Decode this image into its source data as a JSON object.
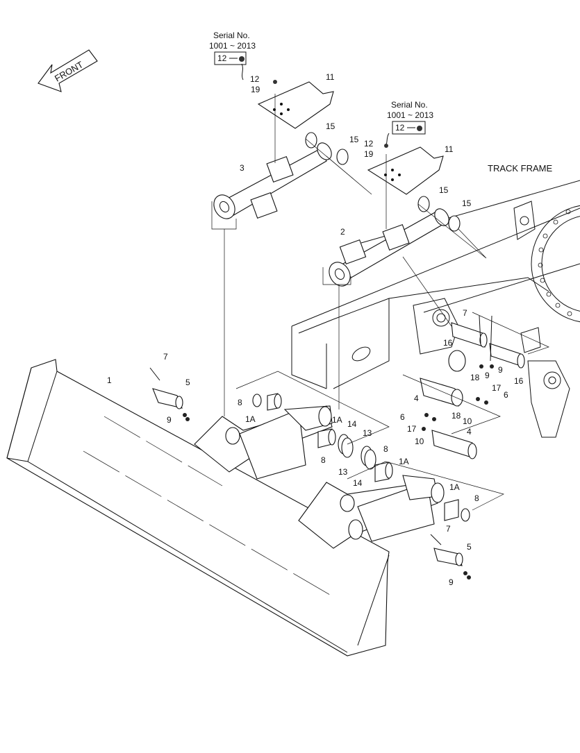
{
  "diagram": {
    "front_label": "FRONT",
    "track_frame_label": "TRACK FRAME",
    "serial_boxes": [
      {
        "title": "Serial No.",
        "range": "1001 ~ 2013",
        "part": "12"
      },
      {
        "title": "Serial No.",
        "range": "1001 ~ 2013",
        "part": "12"
      }
    ],
    "callouts": [
      {
        "id": "blade",
        "text": "1"
      },
      {
        "id": "cyl-right",
        "text": "2"
      },
      {
        "id": "cyl-left",
        "text": "3"
      },
      {
        "id": "pin-4a",
        "text": "4"
      },
      {
        "id": "pin-4b",
        "text": "4"
      },
      {
        "id": "pin-5a",
        "text": "5"
      },
      {
        "id": "pin-5b",
        "text": "5"
      },
      {
        "id": "bolt-6a",
        "text": "6"
      },
      {
        "id": "bolt-6b",
        "text": "6"
      },
      {
        "id": "bolt-7a",
        "text": "7"
      },
      {
        "id": "bolt-7b",
        "text": "7"
      },
      {
        "id": "bolt-7c",
        "text": "7"
      },
      {
        "id": "bush-8a",
        "text": "8"
      },
      {
        "id": "bush-8b",
        "text": "8"
      },
      {
        "id": "bush-8c",
        "text": "8"
      },
      {
        "id": "bush-8d",
        "text": "8"
      },
      {
        "id": "nut-9a",
        "text": "9"
      },
      {
        "id": "nut-9b",
        "text": "9"
      },
      {
        "id": "nut-9c",
        "text": "9"
      },
      {
        "id": "nut-9d",
        "text": "9"
      },
      {
        "id": "wash-10a",
        "text": "10"
      },
      {
        "id": "wash-10b",
        "text": "10"
      },
      {
        "id": "cover-11a",
        "text": "11"
      },
      {
        "id": "cover-11b",
        "text": "11"
      },
      {
        "id": "bolt-12a",
        "text": "12"
      },
      {
        "id": "bolt-12b",
        "text": "12"
      },
      {
        "id": "shim-13a",
        "text": "13"
      },
      {
        "id": "shim-13b",
        "text": "13"
      },
      {
        "id": "shim-14a",
        "text": "14"
      },
      {
        "id": "shim-14b",
        "text": "14"
      },
      {
        "id": "ring-15a",
        "text": "15"
      },
      {
        "id": "ring-15b",
        "text": "15"
      },
      {
        "id": "ring-15c",
        "text": "15"
      },
      {
        "id": "ring-15d",
        "text": "15"
      },
      {
        "id": "pin-16a",
        "text": "16"
      },
      {
        "id": "pin-16b",
        "text": "16"
      },
      {
        "id": "wash-17a",
        "text": "17"
      },
      {
        "id": "wash-17b",
        "text": "17"
      },
      {
        "id": "plate-18a",
        "text": "18"
      },
      {
        "id": "plate-18b",
        "text": "18"
      },
      {
        "id": "wash-19a",
        "text": "19"
      },
      {
        "id": "wash-19b",
        "text": "19"
      },
      {
        "id": "bush-1Aa",
        "text": "1A"
      },
      {
        "id": "bush-1Ab",
        "text": "1A"
      },
      {
        "id": "bush-1Ac",
        "text": "1A"
      },
      {
        "id": "bush-1Ad",
        "text": "1A"
      }
    ]
  }
}
